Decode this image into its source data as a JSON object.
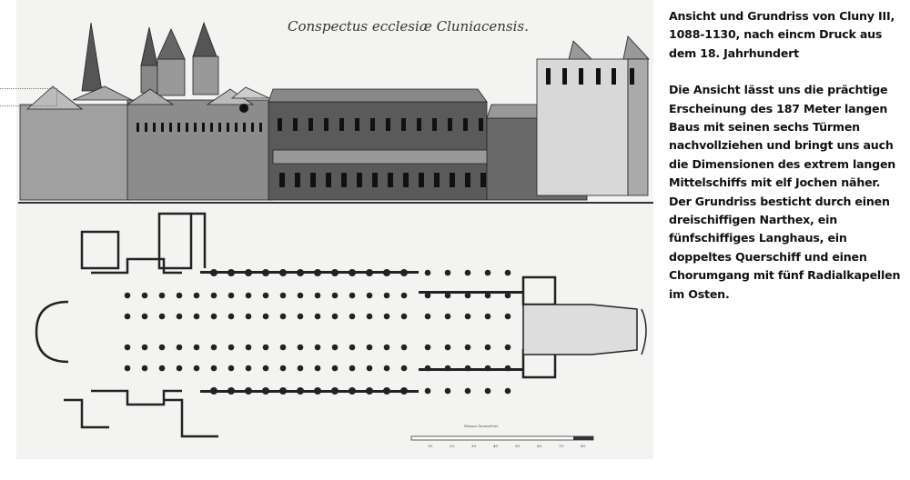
{
  "engraving": {
    "title": "Conspectus ecclesiæ Cluniacensis.",
    "scale_bar": {
      "label": "Passus Geometrici",
      "ticks": [
        "10.",
        "20.",
        "30.",
        "40.",
        "50.",
        "60.",
        "70.",
        "80."
      ]
    },
    "ink_color": "#2a2a2a",
    "paper_color": "#f2f2f0"
  },
  "caption": {
    "heading": "Ansicht und Grundriss von Cluny III, 1088-1130, nach eincm Druck aus dem 18. Jahrhundert",
    "body": "Die Ansicht lässt uns die prächtige Erscheinung des 187 Meter langen Baus mit seinen sechs Türmen nachvollziehen und bringt uns auch die Dimensionen des extrem langen Mittelschiffs mit elf Jochen näher. Der Grundriss besticht durch einen dreischiffigen Narthex, ein fünfschiffiges Langhaus, ein doppeltes Querschiff und einen Chorumgang mit fünf Radialkapellen im Osten."
  }
}
